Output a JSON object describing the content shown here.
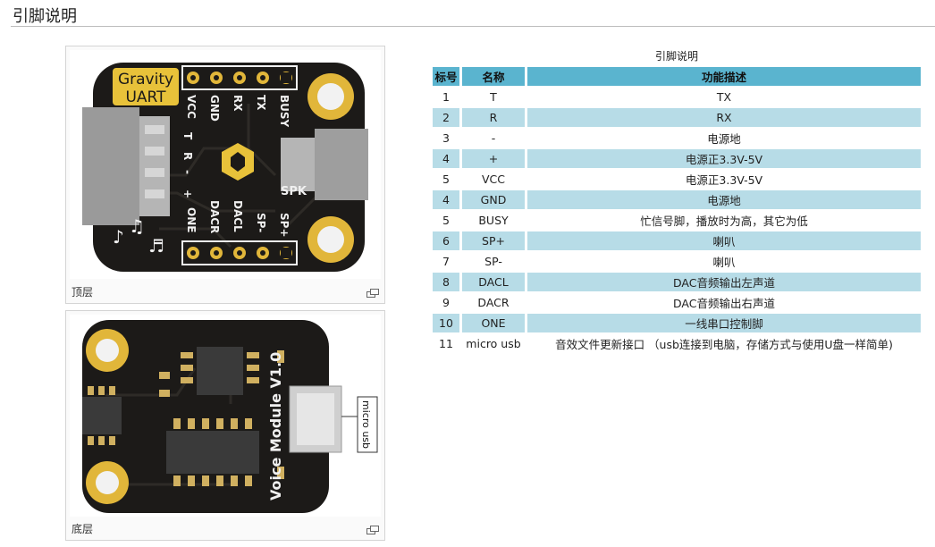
{
  "section_title": "引脚说明",
  "images": {
    "top": {
      "caption": "顶层",
      "board_title": [
        "Gravity",
        "UART"
      ],
      "header_labels": [
        "VCC",
        "GND",
        "RX",
        "TX",
        "BUSY"
      ],
      "side_labels": [
        "T",
        "R",
        "-",
        "+"
      ],
      "bottom_labels": [
        "ONE",
        "DACR",
        "DACL",
        "SP-",
        "SP+"
      ],
      "spk_label": "SPK"
    },
    "bottom": {
      "caption": "底层",
      "board_title": "Voice Module V1.0",
      "callout": "micro usb"
    }
  },
  "table": {
    "caption": "引脚说明",
    "headers": [
      "标号",
      "名称",
      "功能描述"
    ],
    "rows": [
      {
        "num": "1",
        "name": "T",
        "desc": "TX"
      },
      {
        "num": "2",
        "name": "R",
        "desc": "RX"
      },
      {
        "num": "3",
        "name": "-",
        "desc": "电源地"
      },
      {
        "num": "4",
        "name": "+",
        "desc": "电源正3.3V-5V"
      },
      {
        "num": "5",
        "name": "VCC",
        "desc": "电源正3.3V-5V"
      },
      {
        "num": "4",
        "name": "GND",
        "desc": "电源地"
      },
      {
        "num": "5",
        "name": "BUSY",
        "desc": "忙信号脚，播放时为高，其它为低"
      },
      {
        "num": "6",
        "name": "SP+",
        "desc": "喇叭"
      },
      {
        "num": "7",
        "name": "SP-",
        "desc": "喇叭"
      },
      {
        "num": "8",
        "name": "DACL",
        "desc": "DAC音频输出左声道"
      },
      {
        "num": "9",
        "name": "DACR",
        "desc": "DAC音频输出右声道"
      },
      {
        "num": "10",
        "name": "ONE",
        "desc": "一线串口控制脚"
      },
      {
        "num": "11",
        "name": "micro usb",
        "desc": "音效文件更新接口 （usb连接到电脑，存储方式与使用U盘一样简单)"
      }
    ]
  },
  "colors": {
    "header_blue": "#5ab4cf",
    "row_blue": "#b7dce7",
    "board_black": "#1c1a18",
    "silk_yellow": "#e8c23a"
  },
  "icons": [
    "enlarge-icon",
    "music-notes-icon",
    "gravity-logo"
  ]
}
